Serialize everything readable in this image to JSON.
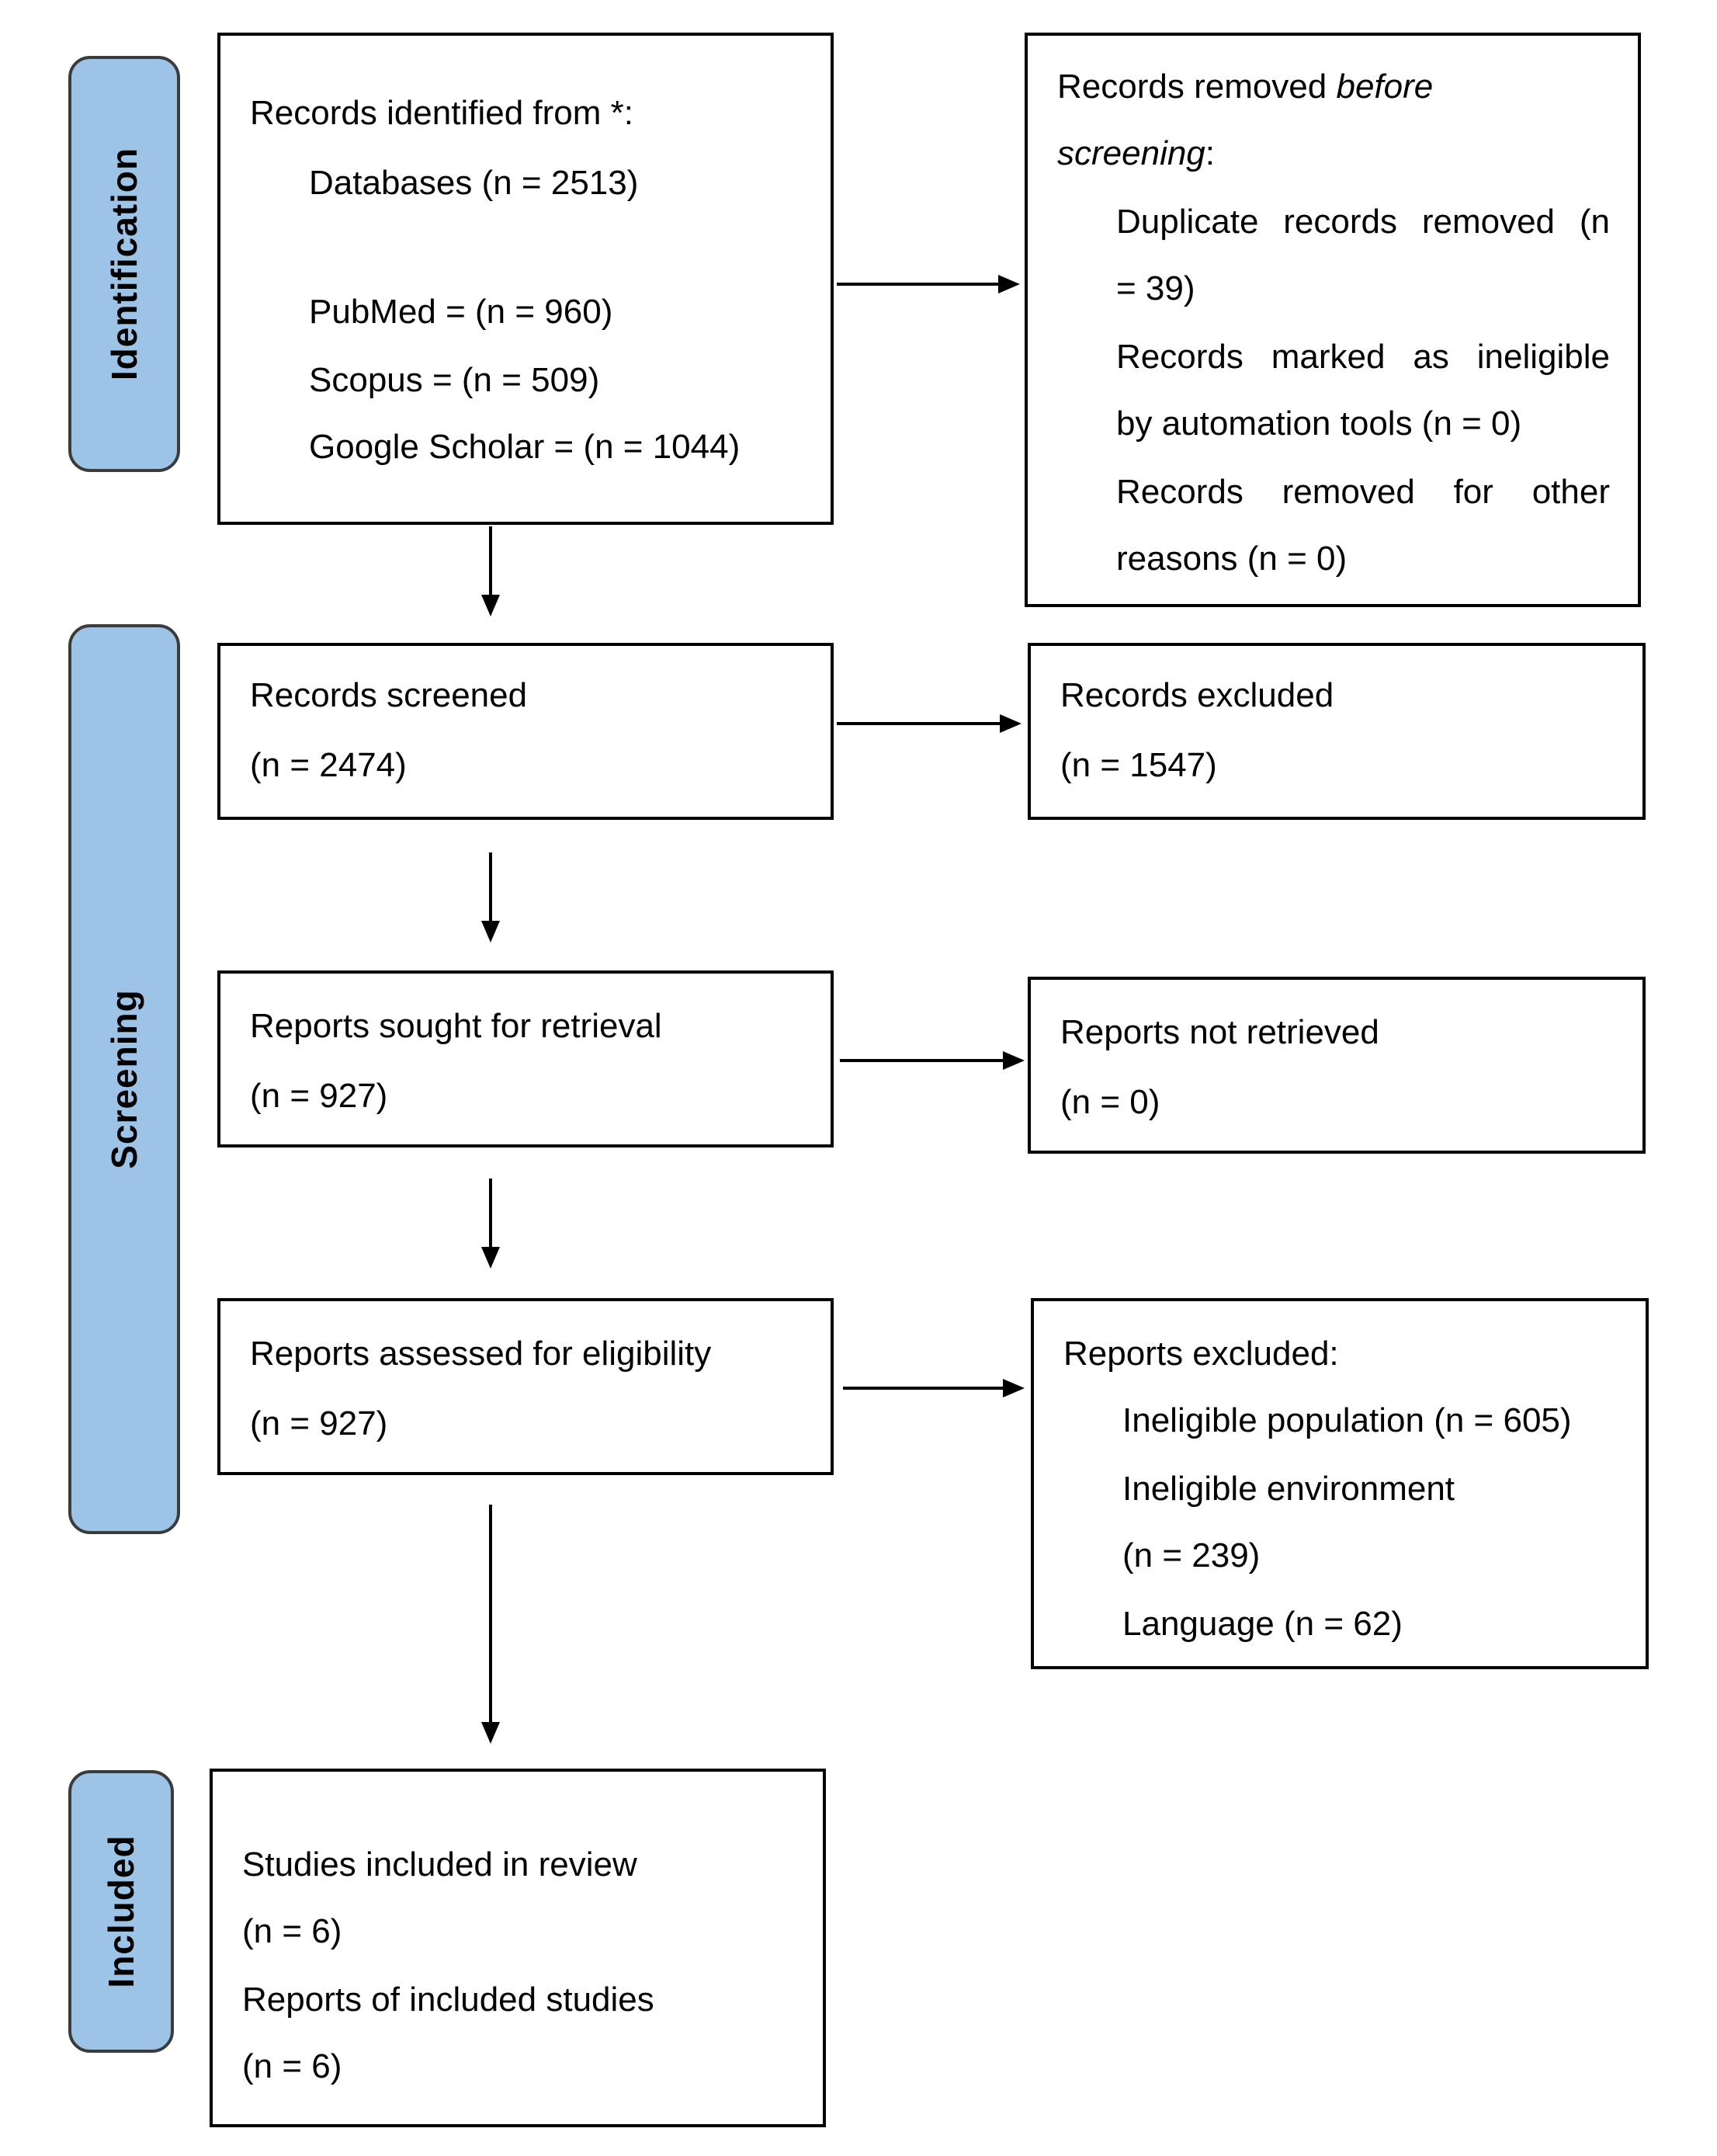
{
  "phases": {
    "identification": "Identification",
    "screening": "Screening",
    "included": "Included"
  },
  "identification_box": {
    "line1": "Records identified from *:",
    "databases": "Databases (n = 2513)",
    "pubmed": "PubMed = (n = 960)",
    "scopus": "Scopus = (n = 509)",
    "google": "Google Scholar = (n = 1044)"
  },
  "removed_box": {
    "line1a": "Records removed ",
    "line1b": "before",
    "line2a": "screening",
    "line2b": ":",
    "dup1": "Duplicate records removed (n",
    "dup2": "= 39)",
    "auto1": "Records marked as ineligible",
    "auto2": "by automation tools (n = 0)",
    "other1": "Records removed for other",
    "other2": "reasons (n = 0)"
  },
  "screened_box": {
    "line1": "Records screened",
    "line2": "(n = 2474)"
  },
  "excluded_box": {
    "line1": "Records excluded",
    "line2": "(n = 1547)"
  },
  "sought_box": {
    "line1": "Reports sought for retrieval",
    "line2": "(n = 927)"
  },
  "not_retrieved_box": {
    "line1": "Reports not retrieved",
    "line2": "(n = 0)"
  },
  "assessed_box": {
    "line1": "Reports assessed for eligibility",
    "line2": "(n = 927)"
  },
  "reports_excluded_box": {
    "line1": "Reports excluded:",
    "pop": "Ineligible population (n = 605)",
    "env1": "Ineligible environment",
    "env2": "(n = 239)",
    "lang": "Language (n = 62)"
  },
  "included_box": {
    "line1": "Studies included in review",
    "line2": "(n = 6)",
    "line3": "Reports of included studies",
    "line4": "(n = 6)"
  }
}
